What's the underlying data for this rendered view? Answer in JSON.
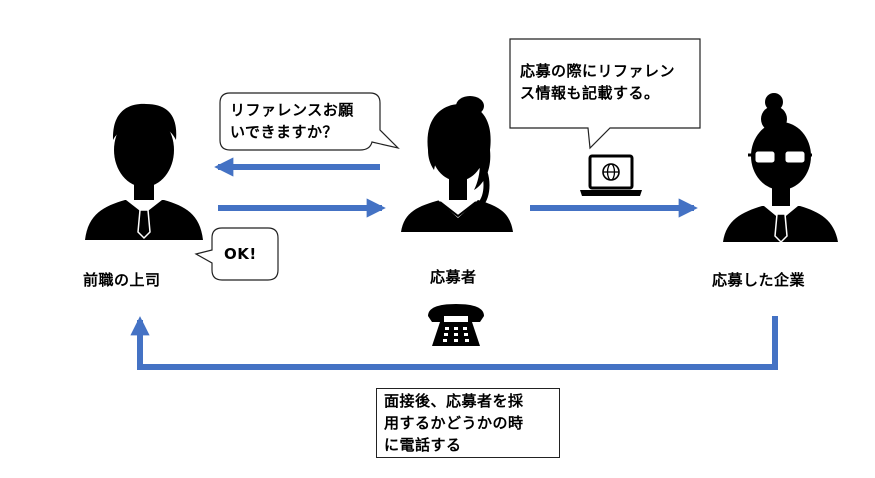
{
  "actors": {
    "former_boss": "前職の上司",
    "applicant": "応募者",
    "company": "応募した企業"
  },
  "bubbles": {
    "reference_request": "リファレンスお願\nいできますか？",
    "ok_reply": "OK!",
    "applicant_note": "応募の際にリファレン\nス情報も記載する。",
    "phone_note": "面接後、応募者を採\n用するかどうかの時\nに電話する"
  },
  "colors": {
    "arrow": "#4472c4",
    "figure": "#000000",
    "outline": "#222222"
  },
  "icons": [
    "person-icon",
    "laptop-icon",
    "globe-icon",
    "telephone-icon"
  ]
}
